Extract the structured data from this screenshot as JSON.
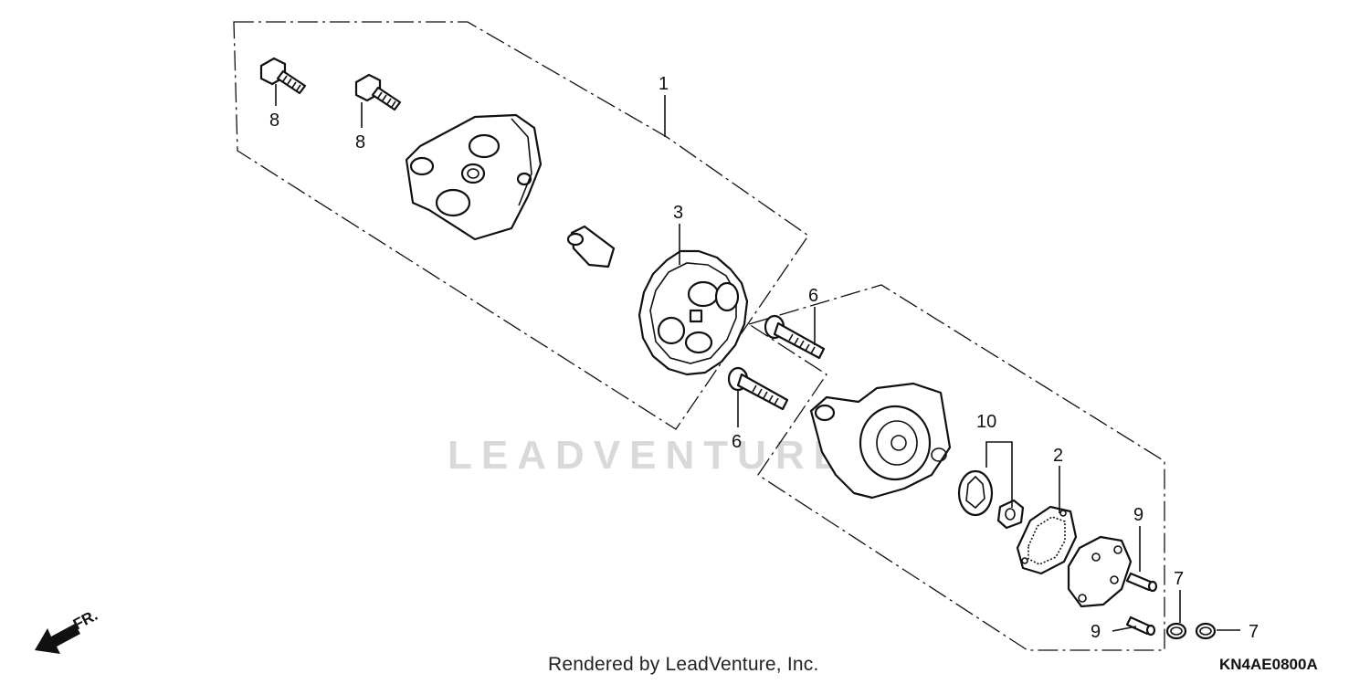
{
  "diagram": {
    "callouts": [
      {
        "id": "c1",
        "text": "1"
      },
      {
        "id": "c2",
        "text": "2"
      },
      {
        "id": "c3",
        "text": "3"
      },
      {
        "id": "c6a",
        "text": "6"
      },
      {
        "id": "c6b",
        "text": "6"
      },
      {
        "id": "c7a",
        "text": "7"
      },
      {
        "id": "c7b",
        "text": "7"
      },
      {
        "id": "c8a",
        "text": "8"
      },
      {
        "id": "c8b",
        "text": "8"
      },
      {
        "id": "c9a",
        "text": "9"
      },
      {
        "id": "c9b",
        "text": "9"
      },
      {
        "id": "c10",
        "text": "10"
      }
    ],
    "direction_label": "FR.",
    "watermark": "LEADVENTURE",
    "footer": "Rendered by LeadVenture, Inc.",
    "diagram_code": "KN4AE0800A"
  }
}
